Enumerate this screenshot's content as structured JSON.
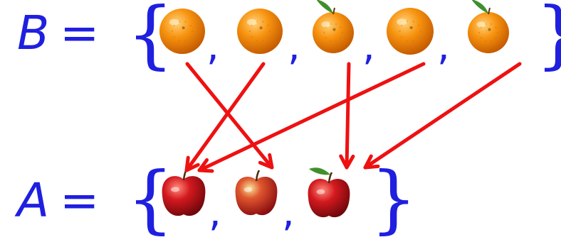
{
  "set_b": {
    "label": "B",
    "equals": "=",
    "open_brace": "{",
    "close_brace": "}",
    "separator": ",",
    "elements": [
      "orange",
      "orange",
      "orange",
      "orange",
      "orange"
    ]
  },
  "set_a": {
    "label": "A",
    "equals": "=",
    "open_brace": "{",
    "close_brace": "}",
    "separator": ",",
    "elements": [
      "apple",
      "apple",
      "apple"
    ]
  },
  "mapping": [
    {
      "from": 0,
      "to": 1
    },
    {
      "from": 1,
      "to": 0
    },
    {
      "from": 2,
      "to": 2
    },
    {
      "from": 3,
      "to": 0
    },
    {
      "from": 4,
      "to": 2
    }
  ],
  "colors": {
    "text": "#1f1fe0",
    "arrow": "#ee1111",
    "orange": "#f7930f",
    "apple": "#c8151b"
  }
}
